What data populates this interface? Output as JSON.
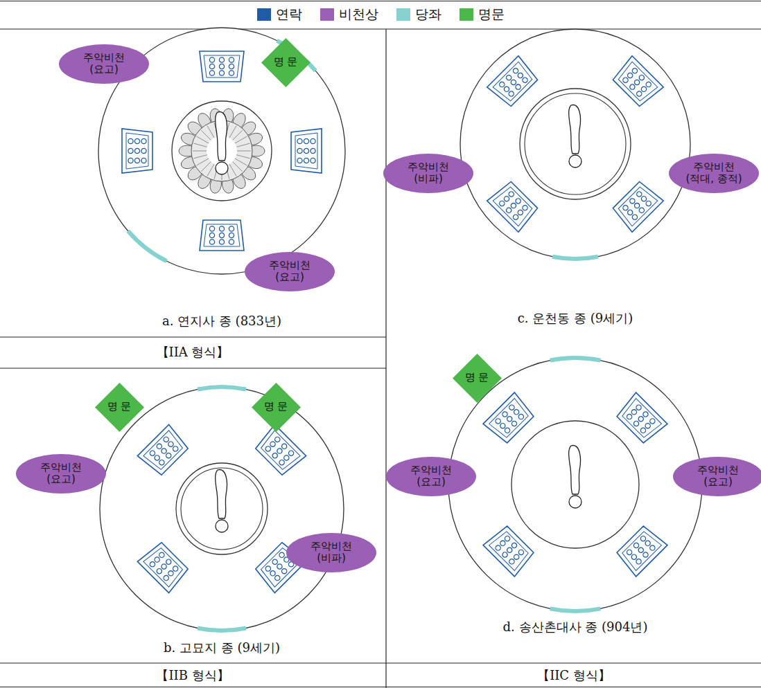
{
  "diagram": {
    "nodes": [
      {
        "text": [
          "주악비천 (요고)"
        ]
      },
      {
        "text": [
          "명 문"
        ]
      },
      {
        "text": [
          "주악비천 (요고)"
        ]
      },
      {
        "text": [
          "주악비천 (비파)"
        ]
      },
      {
        "text": [
          "주악비천 (적대, 종적)"
        ]
      },
      {
        "text": [
          "명 문"
        ]
      },
      {
        "text": [
          "명 문"
        ]
      },
      {
        "text": [
          "주악비천 (요고)"
        ]
      },
      {
        "text": [
          "주악비천 (비파)"
        ]
      },
      {
        "text": [
          "명 문"
        ]
      },
      {
        "text": [
          "주악비천 (요고)"
        ]
      },
      {
        "text": [
          "주악비천 (요고)"
        ]
      }
    ],
    "labels": [
      "a. 연지사 종 (833년)",
      "【IIA 형식】",
      "c. 운천동 종 (9세기)",
      "b. 고묘지 종 (9세기)",
      "【IIB 형식】",
      "d. 송산촌대사 종 (904년)",
      "【IIC 형식】"
    ],
    "legend": [
      {
        "text": "연락",
        "color": "#1f5ca8"
      },
      {
        "text": "비천상",
        "color": "#9b5fb5"
      },
      {
        "text": "당좌",
        "color": "#84d3d1"
      },
      {
        "text": "명문",
        "color": "#4cb84a"
      }
    ]
  }
}
